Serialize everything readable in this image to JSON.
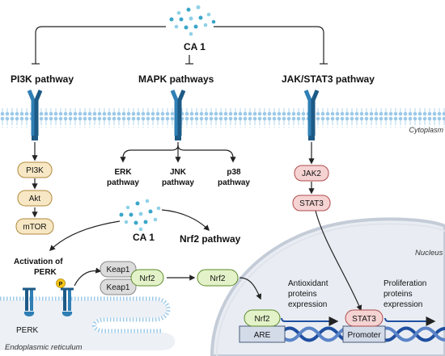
{
  "drug": {
    "top_label": "CA 1",
    "middle_label": "CA 1"
  },
  "pathways": {
    "pi3k": "PI3K pathway",
    "mapk": "MAPK pathways",
    "jakstat": "JAK/STAT3 pathway"
  },
  "compartments": {
    "cytoplasm": "Cytoplasm",
    "nucleus": "Nucleus",
    "er": "Endoplasmic reticulum"
  },
  "pi3k_chain": [
    "PI3K",
    "Akt",
    "mTOR"
  ],
  "mapk_branches": {
    "erk": [
      "ERK",
      "pathway"
    ],
    "jnk": [
      "JNK",
      "pathway"
    ],
    "p38": [
      "p38",
      "pathway"
    ]
  },
  "jak_chain": [
    "JAK2",
    "STAT3"
  ],
  "nrf2_pathway": "Nrf2 pathway",
  "perk": {
    "activation": [
      "Activation of",
      "PERK"
    ],
    "label": "PERK",
    "phospho": "P"
  },
  "keap_complex": {
    "keap1_top": "Keap1",
    "keap1_bottom": "Keap1",
    "nrf2": "Nrf2"
  },
  "free_nrf2": "Nrf2",
  "nucleus_items": {
    "nrf2": "Nrf2",
    "are": "ARE",
    "stat3": "STAT3",
    "promoter": "Promoter",
    "antioxidant": [
      "Antioxidant",
      "proteins",
      "expression"
    ],
    "proliferation": [
      "Proliferation",
      "proteins",
      "expression"
    ]
  },
  "colors": {
    "receptor": "#2f7fb5",
    "receptor_dark": "#1d5a86",
    "membrane_head": "#9cc9e8",
    "pi3k_fill": "#f7e7c4",
    "pi3k_stroke": "#b08a3c",
    "jak_fill": "#f5d3d3",
    "jak_stroke": "#b04a4a",
    "nrf2_fill": "#e3f2c8",
    "nrf2_stroke": "#5c8a2a",
    "keap_fill": "#dcdcdc",
    "nucleus_fill": "#e9edf3",
    "dna_blue": "#1f4fa0",
    "phospho": "#f5c518"
  }
}
